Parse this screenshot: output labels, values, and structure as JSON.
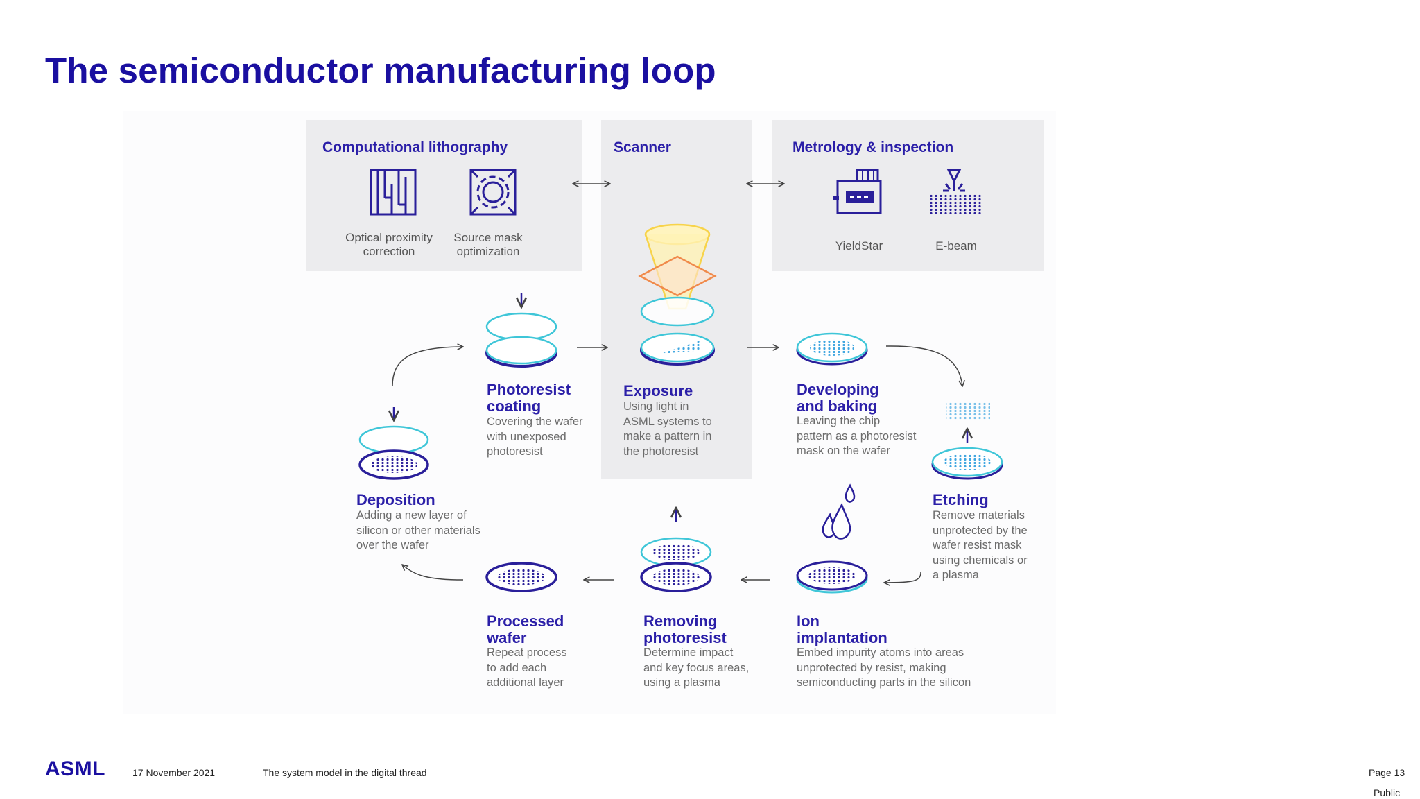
{
  "title": "The semiconductor manufacturing loop",
  "panels": {
    "comp_litho": {
      "title": "Computational lithography",
      "icons": [
        {
          "icon": "optical-proximity-icon",
          "label_line1": "Optical proximity",
          "label_line2": "correction"
        },
        {
          "icon": "source-mask-icon",
          "label_line1": "Source mask",
          "label_line2": "optimization"
        }
      ]
    },
    "scanner": {
      "title": "Scanner"
    },
    "metrology": {
      "title": "Metrology & inspection",
      "icons": [
        {
          "icon": "yieldstar-icon",
          "label_line1": "YieldStar"
        },
        {
          "icon": "e-beam-icon",
          "label_line1": "E-beam"
        }
      ]
    }
  },
  "steps": {
    "photoresist_coating": {
      "title1": "Photoresist",
      "title2": "coating",
      "desc": [
        "Covering the wafer",
        "with unexposed",
        "photoresist"
      ]
    },
    "exposure": {
      "title1": "Exposure",
      "desc": [
        "Using light in",
        "ASML systems to",
        "make a pattern in",
        "the photoresist"
      ]
    },
    "developing_baking": {
      "title1": "Developing",
      "title2": "and baking",
      "desc": [
        "Leaving the chip",
        "pattern as a photoresist",
        "mask on the wafer"
      ]
    },
    "etching": {
      "title1": "Etching",
      "desc": [
        "Remove materials",
        "unprotected by the",
        "wafer resist mask",
        "using chemicals or",
        "a plasma"
      ]
    },
    "ion_implantation": {
      "title1": "Ion",
      "title2": "implantation",
      "desc": [
        "Embed impurity atoms into areas",
        "unprotected by resist, making",
        "semiconducting parts in the silicon"
      ]
    },
    "removing_photoresist": {
      "title1": "Removing",
      "title2": "photoresist",
      "desc": [
        "Determine impact",
        "and key focus areas,",
        "using a plasma"
      ]
    },
    "processed_wafer": {
      "title1": "Processed",
      "title2": "wafer",
      "desc": [
        "Repeat process",
        "to add each",
        "additional layer"
      ]
    },
    "deposition": {
      "title1": "Deposition",
      "desc": [
        "Adding a new layer of",
        "silicon or other materials",
        "over the wafer"
      ]
    }
  },
  "footer": {
    "logo": "ASML",
    "date": "17 November 2021",
    "subtitle": "The system model in the digital thread",
    "page": "Page 13",
    "classification": "Public"
  },
  "colors": {
    "title_blue": "#1a0fa0",
    "step_blue": "#2b1fa8",
    "wafer_dark": "#2a1f9a",
    "wafer_cyan": "#3fc6d8",
    "light_yellow": "#f7d34a",
    "light_orange": "#f08a4b",
    "panel_grey": "#ececee"
  }
}
